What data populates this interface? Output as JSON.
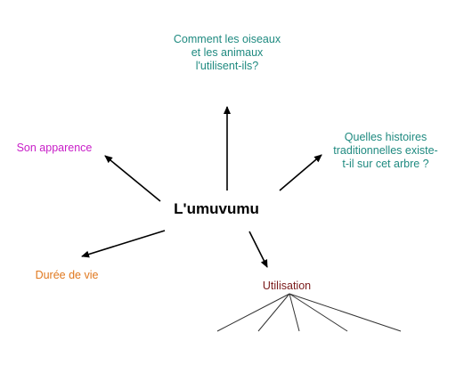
{
  "center": {
    "label": "L'umuvumu"
  },
  "branches": {
    "birds": {
      "lines": [
        "Comment les oiseaux",
        "et les animaux",
        "l'utilisent-ils?"
      ],
      "color": "#1f8a80"
    },
    "appearance": {
      "lines": [
        "Son apparence"
      ],
      "color": "#c81ec8"
    },
    "stories": {
      "lines": [
        "Quelles histoires",
        "traditionnelles existe-",
        "t-il sur cet arbre ?"
      ],
      "color": "#1f8a80"
    },
    "lifespan": {
      "lines": [
        "Durée de vie"
      ],
      "color": "#e0781e"
    },
    "utilisation": {
      "lines": [
        "Utilisation"
      ],
      "color": "#7a1a1a"
    }
  },
  "colors": {
    "arrow": "#000000",
    "fan_lines": "#333333"
  }
}
